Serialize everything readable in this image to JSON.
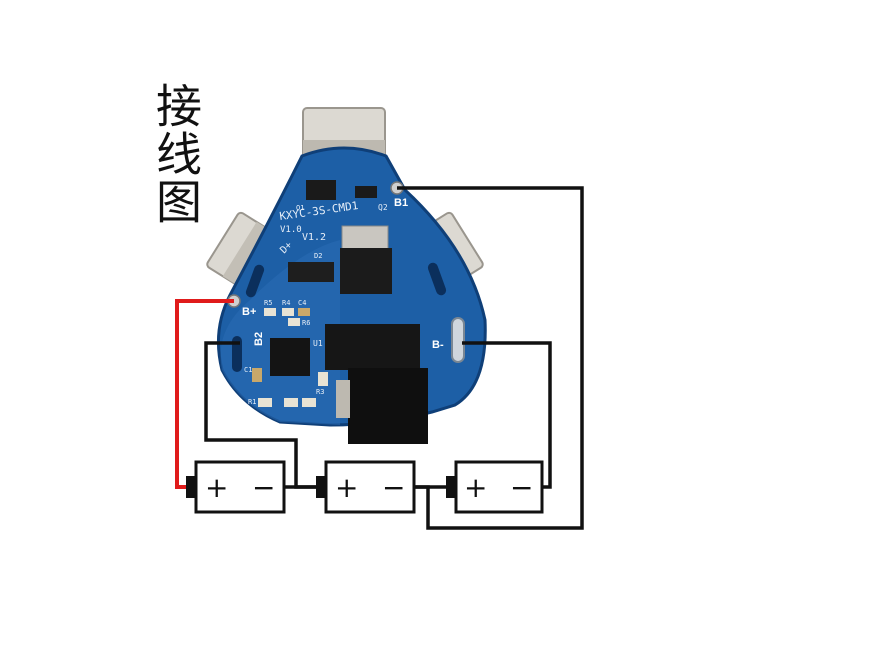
{
  "title": "接线图",
  "pcb": {
    "model": "KXYC-3S-CMD1",
    "version_a": "V1.0",
    "version_b": "V1.2",
    "silk_q1": "Q1",
    "silk_q2": "Q2",
    "silk_d2": "D2",
    "silk_u1": "U1",
    "silk_r5": "R5",
    "silk_r4": "R4",
    "silk_c4": "C4",
    "silk_r6": "R6",
    "silk_r3": "R3",
    "silk_r1": "R1",
    "silk_c1": "C1",
    "silk_dplus": "D+"
  },
  "pads": {
    "b1": "B1",
    "bplus": "B+",
    "b2": "B2",
    "bminus": "B-"
  },
  "batteries": [
    {
      "plus": "+",
      "minus": "−"
    },
    {
      "plus": "+",
      "minus": "−"
    },
    {
      "plus": "+",
      "minus": "−"
    }
  ],
  "colors": {
    "pcb": "#1d5fa6",
    "pcb_dark": "#0f3f78",
    "wire_red": "#e01b1b",
    "wire_black": "#111111",
    "metal": "#d9d6cf"
  }
}
